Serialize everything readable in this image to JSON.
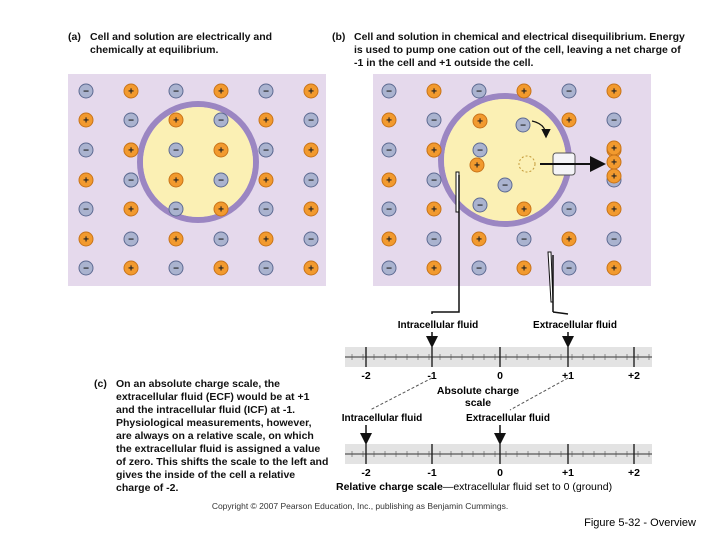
{
  "panel_a": {
    "label": "(a)",
    "caption": "Cell and solution are electrically and chemically at equilibrium."
  },
  "panel_b": {
    "label": "(b)",
    "caption": "Cell and solution in chemical and electrical disequilibrium. Energy is used to pump one cation out of the cell, leaving a net charge of -1 in the cell and +1 outside the cell."
  },
  "panel_c": {
    "label": "(c)",
    "caption": "On an absolute charge scale, the extracellular fluid (ECF) would be at +1 and the intracellular fluid (ICF) at -1. Physiological measurements, however, are always on a relative scale, on which the extracellular fluid is assigned a value of zero. This shifts the scale to the left and gives the inside of the cell a relative charge of -2."
  },
  "ions": {
    "cation": "+",
    "anion": "−"
  },
  "colors": {
    "background": "#e5d9ec",
    "cell": "#fbf0b4",
    "membrane": "#9b86c2",
    "cation": "#f29a2e",
    "anion": "#aab3cf"
  },
  "absolute_scale": {
    "intracellular_label": "Intracellular fluid",
    "extracellular_label": "Extracellular fluid",
    "ticks": [
      "-2",
      "-1",
      "0",
      "+1",
      "+2"
    ],
    "title_line1": "Absolute charge",
    "title_line2": "scale"
  },
  "relative_scale": {
    "intracellular_label": "Intracellular fluid",
    "extracellular_label": "Extracellular fluid",
    "ticks": [
      "-2",
      "-1",
      "0",
      "+1",
      "+2"
    ],
    "title": "Relative charge scale",
    "subtitle": "—extracellular fluid set to 0 (ground)"
  },
  "copyright": "Copyright © 2007 Pearson Education, Inc., publishing as Benjamin Cummings.",
  "figure_label": "Figure 5-32 - Overview"
}
